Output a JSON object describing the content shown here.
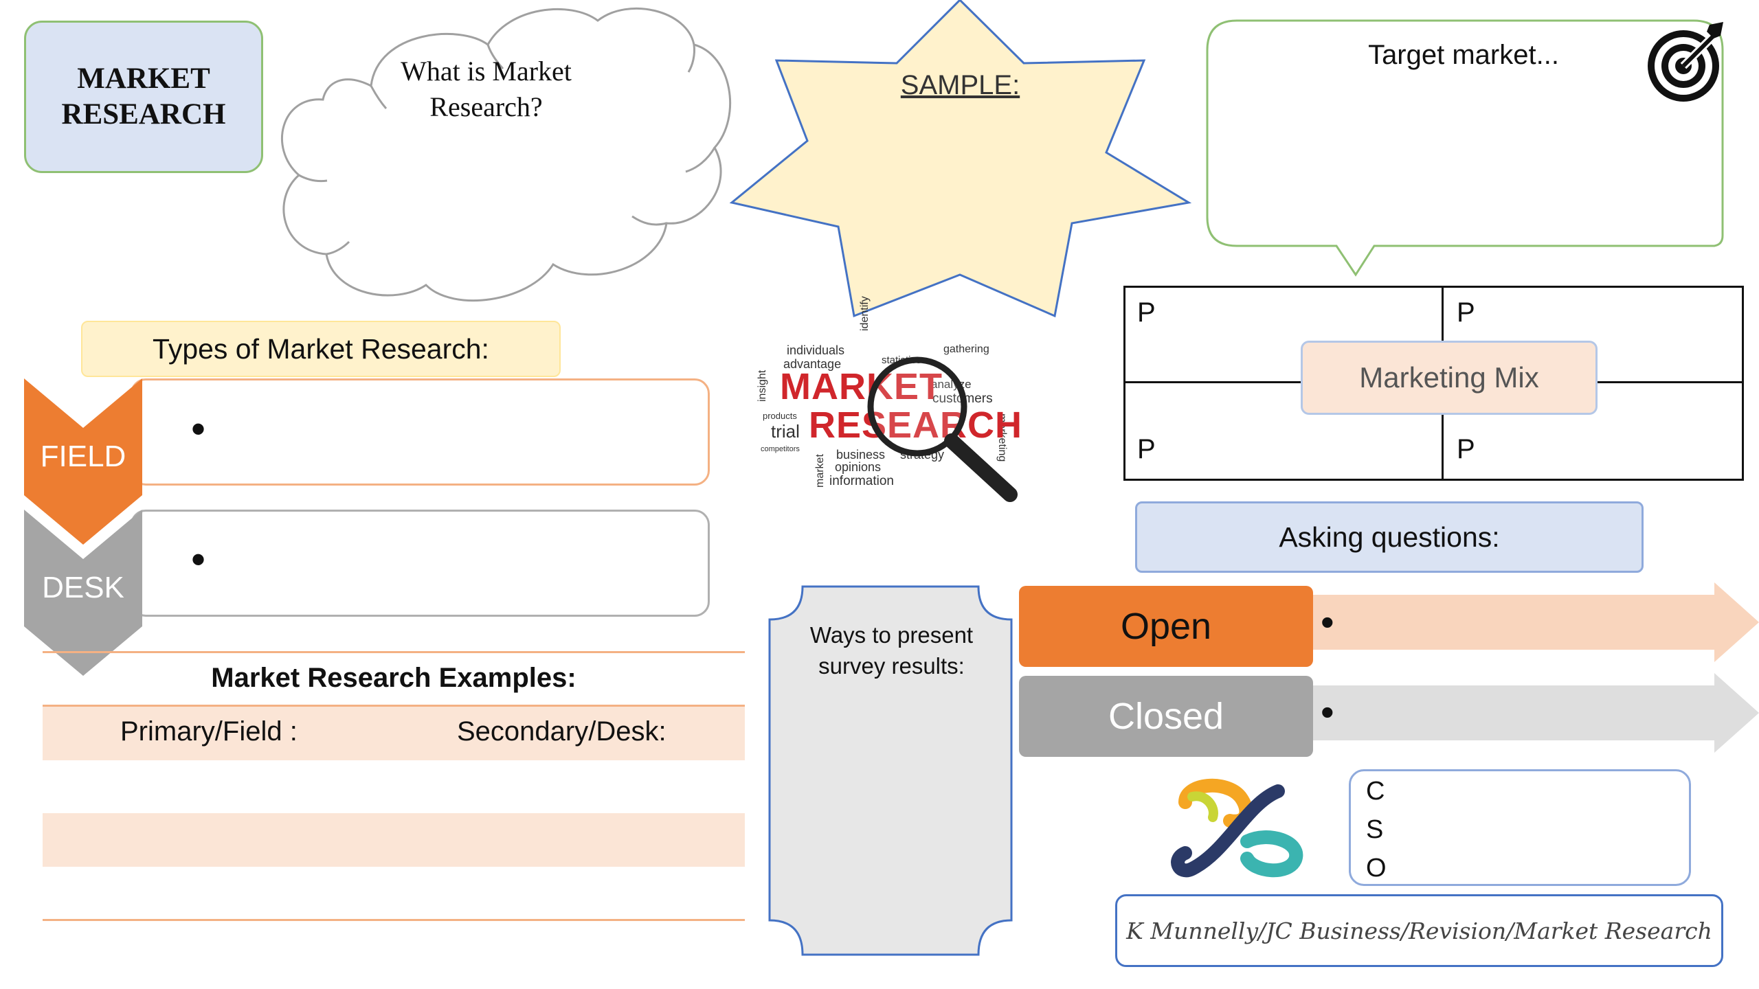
{
  "title_box": {
    "label": "MARKET RESEARCH"
  },
  "cloud": {
    "question": "What is Market Research?"
  },
  "star": {
    "label": "SAMPLE:"
  },
  "target_bubble": {
    "label": "Target market...",
    "icon": "target-icon"
  },
  "types": {
    "heading": "Types of Market Research:",
    "field_label": "FIELD",
    "desk_label": "DESK",
    "bullet": "•"
  },
  "examples": {
    "heading": "Market Research Examples:",
    "primary": "Primary/Field :",
    "secondary": "Secondary/Desk:"
  },
  "word_cloud": {
    "main_top": "MARKET",
    "main_bottom": "RESEARCH",
    "words": [
      "individuals",
      "advantage",
      "statistics",
      "identify",
      "insight",
      "analyze",
      "customers",
      "products",
      "trial",
      "competitors",
      "business",
      "strategy",
      "opinions",
      "information",
      "market",
      "marketing",
      "gathering"
    ]
  },
  "marketing_mix": {
    "center": "Marketing Mix",
    "cells": [
      "P",
      "P",
      "P",
      "P"
    ]
  },
  "asking": {
    "heading": "Asking questions:"
  },
  "questions": {
    "open": "Open",
    "closed": "Closed",
    "bullet": "•"
  },
  "survey": {
    "label": "Ways to present survey results:"
  },
  "cso": {
    "letters": [
      "C",
      "S",
      "O"
    ]
  },
  "footer": {
    "credit": "K Munnelly/JC Business/Revision/Market Research"
  },
  "colors": {
    "orange": "#ED7D31",
    "grey": "#A5A5A5",
    "light_blue": "#DAE3F3",
    "light_yellow": "#FFF2CC",
    "peach": "#FBE5D6",
    "green_border": "#70AD47",
    "blue_border": "#4472C4"
  }
}
